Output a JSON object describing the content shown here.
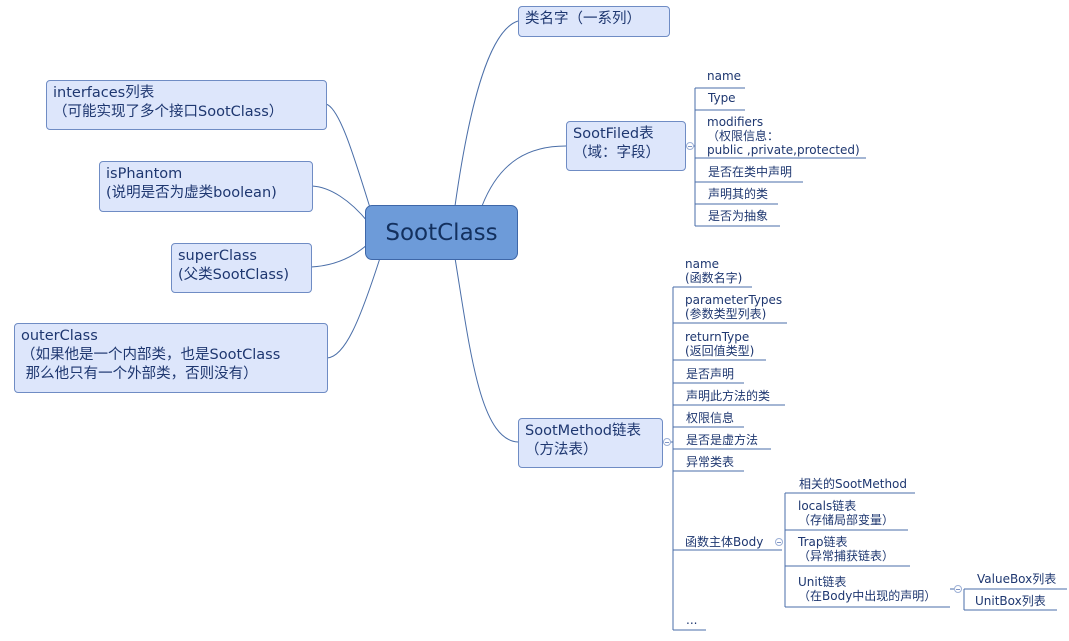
{
  "root": {
    "label": "SootClass"
  },
  "left_nodes": [
    {
      "id": "interfaces",
      "text": "interfaces列表\n（可能实现了多个接口SootClass）"
    },
    {
      "id": "isphantom",
      "text": "isPhantom\n(说明是否为虚类boolean)"
    },
    {
      "id": "superclass",
      "text": "superClass\n(父类SootClass)"
    },
    {
      "id": "outerclass",
      "text": "outerClass\n（如果他是一个内部类，也是SootClass\n 那么他只有一个外部类，否则没有）"
    }
  ],
  "right_nodes": {
    "classname": {
      "text": "类名字（一系列）"
    },
    "fields": {
      "text": "SootFiled表\n（域：字段）",
      "children": [
        "name",
        "Type",
        "modifiers\n（权限信息：\npublic ,private,protected)",
        "是否在类中声明",
        "声明其的类",
        "是否为抽象"
      ]
    },
    "methods": {
      "text": "SootMethod链表\n（方法表）",
      "children": [
        "name\n(函数名字)",
        "parameterTypes\n(参数类型列表)",
        "returnType\n(返回值类型)",
        "是否声明",
        "声明此方法的类",
        "权限信息",
        "是否是虚方法",
        "异常类表",
        "函数主体Body",
        "..."
      ],
      "body_children": [
        "相关的SootMethod",
        "locals链表\n（存储局部变量）",
        "Trap链表\n（异常捕获链表）",
        "Unit链表\n（在Body中出现的声明）"
      ],
      "unit_children": [
        "ValueBox列表",
        "UnitBox列表"
      ]
    }
  },
  "colors": {
    "line": "#4a6ea8",
    "node_fill": "#dde6fb",
    "node_border": "#6f8cc4",
    "root_fill": "#6d9bd9",
    "text": "#1e3770"
  }
}
